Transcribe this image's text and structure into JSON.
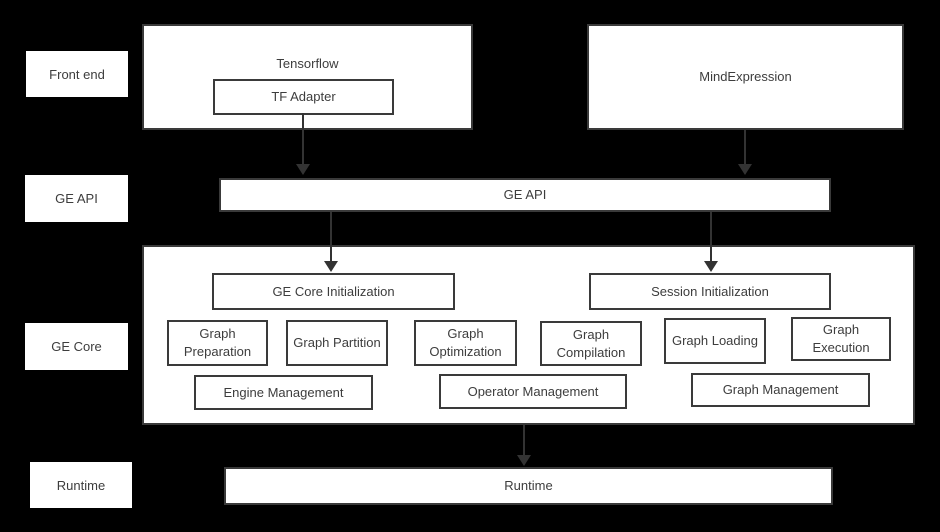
{
  "side_labels": {
    "front_end": "Front end",
    "ge_api": "GE API",
    "ge_core": "GE Core",
    "runtime": "Runtime"
  },
  "frontend": {
    "tensorflow_label": "Tensorflow",
    "tf_adapter_label": "TF Adapter",
    "mindexpression_label": "MindExpression"
  },
  "ge_api": {
    "bar_label": "GE API"
  },
  "ge_core": {
    "init_boxes": [
      "GE Core Initialization",
      "Session Initialization"
    ],
    "stage_boxes": [
      "Graph Preparation",
      "Graph Partition",
      "Graph Optimization",
      "Graph Compilation",
      "Graph Loading",
      "Graph Execution"
    ],
    "management_boxes": [
      "Engine Management",
      "Operator Management",
      "Graph Management"
    ]
  },
  "runtime": {
    "bar_label": "Runtime"
  },
  "colors": {
    "background": "#000000",
    "box_fill": "#ffffff",
    "box_border": "#3a3a3a",
    "text": "#3d3d3d",
    "arrow": "#333333"
  }
}
